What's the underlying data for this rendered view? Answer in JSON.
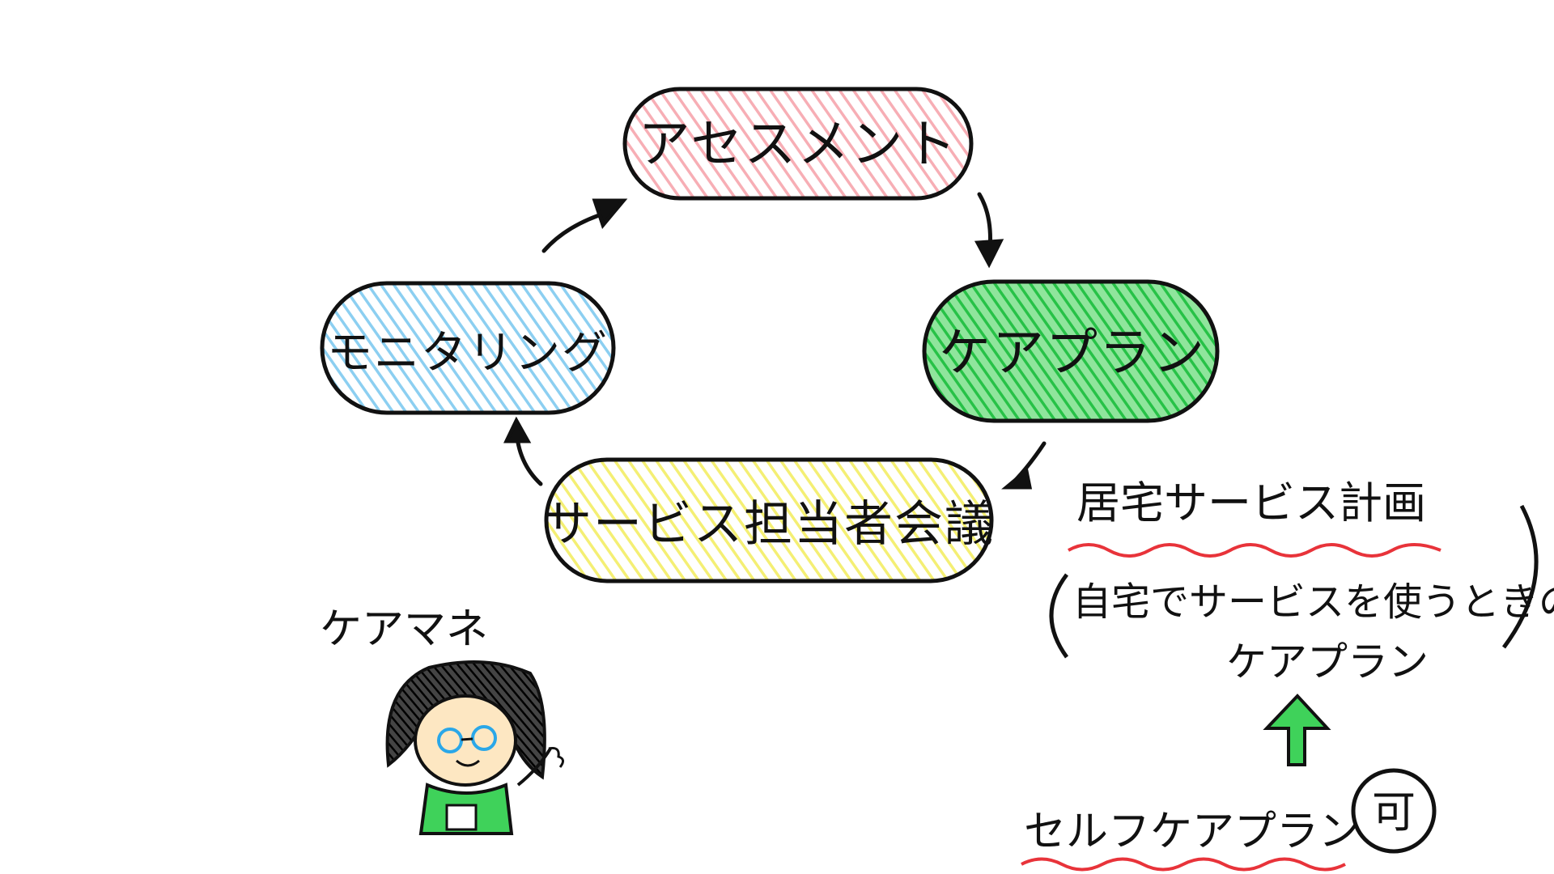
{
  "cycle": {
    "assessment": {
      "label": "アセスメント",
      "color": "#f7a8ae"
    },
    "care_plan": {
      "label": "ケアプラン",
      "color": "#3fd25a"
    },
    "service_meeting": {
      "label": "サービス担当者会議",
      "color": "#f4f07a"
    },
    "monitoring": {
      "label": "モニタリング",
      "color": "#8fd3f4"
    }
  },
  "care_manager": {
    "label": "ケアマネ"
  },
  "plan_note": {
    "title": "居宅サービス計画",
    "line1": "自宅でサービスを使うときの",
    "line2": "ケアプラン"
  },
  "self_plan": {
    "label": "セルフケアプラン",
    "badge": "可"
  },
  "colors": {
    "underline": "#e8333a",
    "arrow_up": "#3fd25a",
    "ink": "#111111"
  }
}
